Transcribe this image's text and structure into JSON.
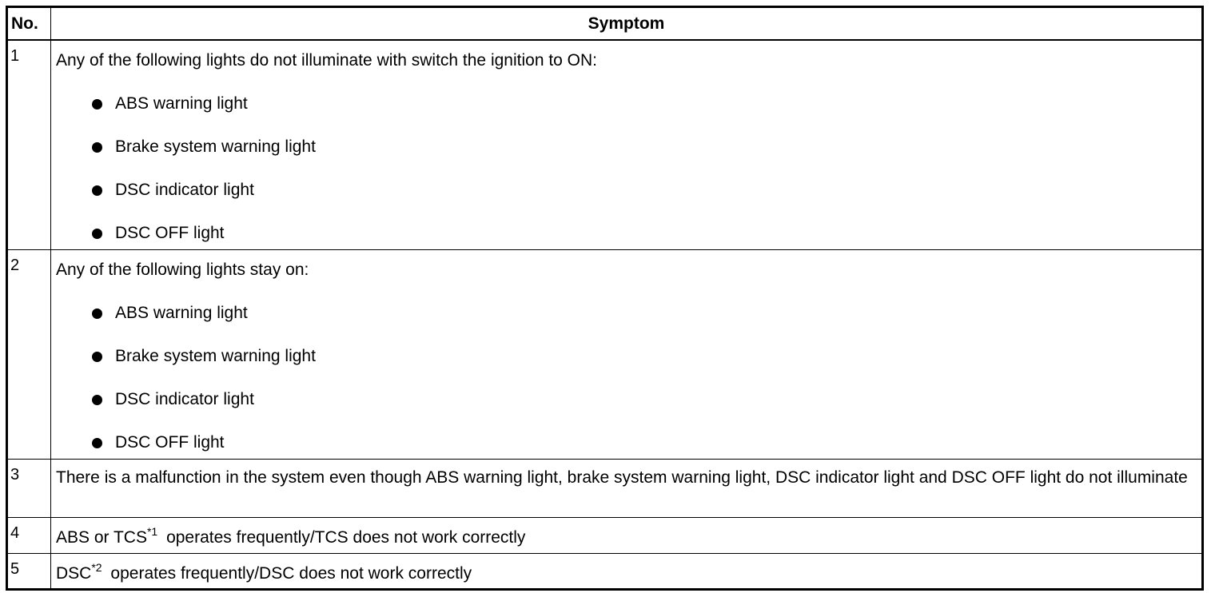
{
  "table": {
    "headers": {
      "no": "No.",
      "symptom": "Symptom"
    },
    "rows": [
      {
        "no": "1",
        "intro": "Any of the following lights do not illuminate with switch the ignition to ON:",
        "bullets": [
          "ABS warning light",
          "Brake system warning light",
          "DSC indicator light",
          "DSC OFF light"
        ]
      },
      {
        "no": "2",
        "intro": "Any of the following lights stay on:",
        "bullets": [
          "ABS warning light",
          "Brake system warning light",
          "DSC indicator light",
          "DSC OFF light"
        ]
      },
      {
        "no": "3",
        "text": "There is a malfunction in the system even though ABS warning light, brake system warning light, DSC indicator light and DSC OFF light do not illuminate"
      },
      {
        "no": "4",
        "text_before": "ABS or TCS",
        "footnote": "*1",
        "text_after": "operates frequently/TCS does not work correctly"
      },
      {
        "no": "5",
        "text_before": "DSC",
        "footnote": "*2",
        "text_after": "operates frequently/DSC does not work correctly"
      }
    ]
  }
}
